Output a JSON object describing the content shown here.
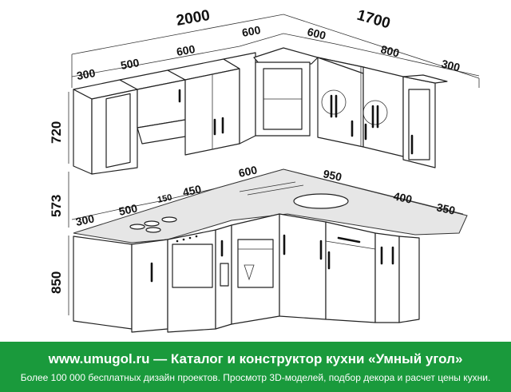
{
  "dimensions": {
    "wall_left_total": "2000",
    "wall_right_total": "1700",
    "upper_left_300": "300",
    "upper_left_500": "500",
    "upper_left_600": "600",
    "upper_corner_left_600": "600",
    "upper_corner_right_600": "600",
    "upper_right_800": "800",
    "upper_right_300": "300",
    "height_upper": "720",
    "height_gap": "573",
    "height_base": "850",
    "base_300": "300",
    "base_500": "500",
    "base_150": "150",
    "base_450": "450",
    "base_600": "600",
    "base_950": "950",
    "base_400": "400",
    "base_350": "350"
  },
  "banner": {
    "title": "www.umugol.ru — Каталог и конструктор кухни «Умный угол»",
    "subtitle": "Более 100 000 бесплатных дизайн проектов. Просмотр 3D-моделей, подбор декора и расчет цены кухни."
  },
  "colors": {
    "banner_bg": "#1a9a3c",
    "banner_text": "#ffffff"
  }
}
